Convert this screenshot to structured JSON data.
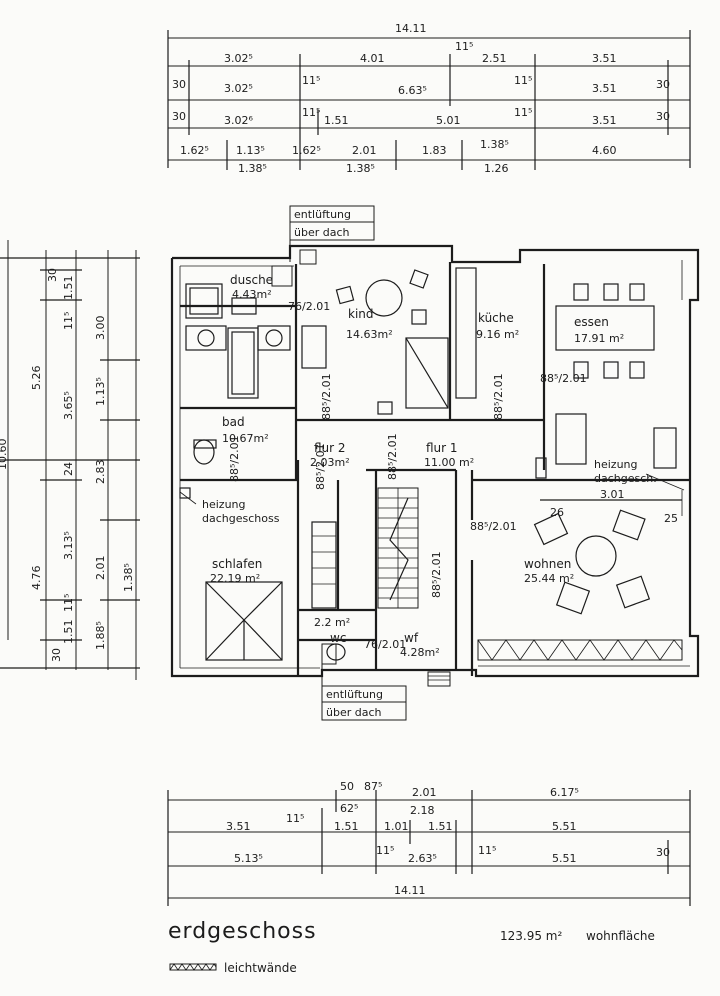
{
  "top_dims": {
    "total": "14.11",
    "row1": [
      "3.02⁵",
      "4.01",
      "11⁵",
      "2.51",
      "3.51"
    ],
    "row2": [
      "30",
      "3.02⁵",
      "11⁵",
      "6.63⁵",
      "11⁵",
      "3.51",
      "30"
    ],
    "row3": [
      "30",
      "3.02⁶",
      "11⁵",
      "1.51",
      "5.01",
      "11⁵",
      "3.51",
      "30"
    ],
    "row4": [
      "1.62⁵",
      "1.13⁵",
      "1.62⁵",
      "2.01",
      "1.83",
      "1.38⁵",
      "4.60"
    ],
    "row4_sub": [
      "1.38⁵",
      "1.38⁵",
      "1.26"
    ]
  },
  "left_dims": {
    "total": "10.60",
    "col1": [
      "5.26",
      "4.76"
    ],
    "col2": [
      "11⁵",
      "3.65⁵",
      "24",
      "3.13⁵",
      "11⁵",
      "1.51",
      "30"
    ],
    "col3": [
      "1.51",
      "30"
    ],
    "col4": [
      "3.00",
      "1.13⁵",
      "2.83",
      "2.01",
      "1.88⁵"
    ],
    "col5": [
      "1.38⁵"
    ]
  },
  "bottom_dims": {
    "total": "14.11",
    "row1": [
      "50",
      "87⁵",
      "62⁵",
      "2.01",
      "2.18",
      "6.17⁵"
    ],
    "row2": [
      "3.51",
      "11⁵",
      "1.51",
      "1.01",
      "1.51",
      "5.51"
    ],
    "row3": [
      "5.13⁵",
      "11⁵",
      "2.63⁵",
      "11⁵",
      "5.51",
      "30"
    ]
  },
  "rooms": [
    {
      "name": "dusche",
      "area": "4.43m²"
    },
    {
      "name": "kind",
      "area": "14.63m²"
    },
    {
      "name": "küche",
      "area": "9.16 m²"
    },
    {
      "name": "essen",
      "area": "17.91 m²"
    },
    {
      "name": "bad",
      "area": "10.67m²"
    },
    {
      "name": "flur 2",
      "area": "2.03m²"
    },
    {
      "name": "flur 1",
      "area": "11.00 m²"
    },
    {
      "name": "schlafen",
      "area": "22.19 m²"
    },
    {
      "name": "wohnen",
      "area": "25.44 m²"
    },
    {
      "name": "wc",
      "area": "2.2 m²"
    },
    {
      "name": "wf",
      "area": "4.28m²"
    }
  ],
  "notes": {
    "entlueftung_top": [
      "entlüftung",
      "über dach"
    ],
    "entlueftung_bottom": [
      "entlüftung",
      "über dach"
    ],
    "heizung_left": [
      "heizung",
      "dachgeschoss"
    ],
    "heizung_right": [
      "heizung",
      "dachgesch."
    ]
  },
  "doors": [
    "76/2.01",
    "88⁵/2.01",
    "88⁵/2.01",
    "88⁵/2.01",
    "88⁵/2.01",
    "88⁵/2.01",
    "88⁵/2.01",
    "88⁵/2.01",
    "76/2.01"
  ],
  "inline_dims": [
    "3.01",
    "26",
    "25"
  ],
  "footer": {
    "title": "erdgeschoss",
    "area": "123.95 m²",
    "area_label": "wohnfläche",
    "legend": "leichtwände"
  }
}
